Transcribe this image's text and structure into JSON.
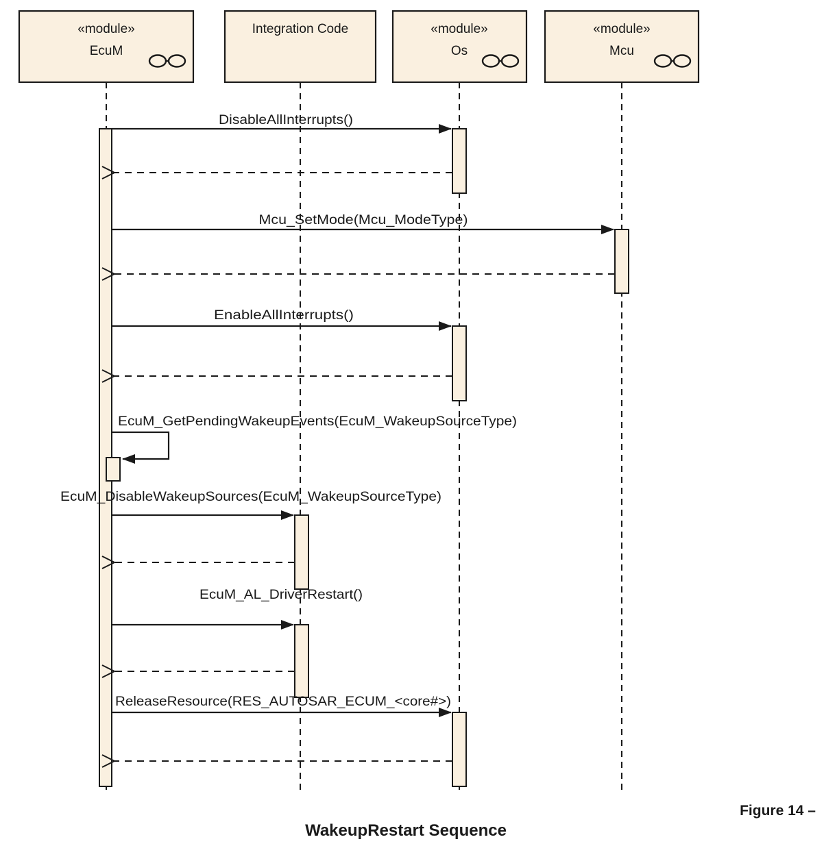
{
  "diagram": {
    "type": "uml-sequence-diagram",
    "colors": {
      "box_fill": "#FAF0E0",
      "stroke": "#1A1A1A",
      "background": "#FFFFFF"
    },
    "participants": [
      {
        "stereotype": "«module»",
        "name": "EcuM",
        "icon": "module-component-icon"
      },
      {
        "stereotype": "",
        "name": "Integration Code",
        "icon": ""
      },
      {
        "stereotype": "«module»",
        "name": "Os",
        "icon": "module-component-icon"
      },
      {
        "stereotype": "«module»",
        "name": "Mcu",
        "icon": "module-component-icon"
      }
    ],
    "messages": [
      {
        "seq": 1,
        "kind": "call",
        "from": "EcuM",
        "to": "Os",
        "label": "DisableAllInterrupts()"
      },
      {
        "seq": 2,
        "kind": "return",
        "from": "Os",
        "to": "EcuM",
        "label": ""
      },
      {
        "seq": 3,
        "kind": "call",
        "from": "EcuM",
        "to": "Mcu",
        "label": "Mcu_SetMode(Mcu_ModeType)"
      },
      {
        "seq": 4,
        "kind": "return",
        "from": "Mcu",
        "to": "EcuM",
        "label": ""
      },
      {
        "seq": 5,
        "kind": "call",
        "from": "EcuM",
        "to": "Os",
        "label": "EnableAllInterrupts()"
      },
      {
        "seq": 6,
        "kind": "return",
        "from": "Os",
        "to": "EcuM",
        "label": ""
      },
      {
        "seq": 7,
        "kind": "self-call",
        "from": "EcuM",
        "to": "EcuM",
        "label": "EcuM_GetPendingWakeupEvents(EcuM_WakeupSourceType)"
      },
      {
        "seq": 8,
        "kind": "call",
        "from": "EcuM",
        "to": "Integration Code",
        "label": "EcuM_DisableWakeupSources(EcuM_WakeupSourceType)"
      },
      {
        "seq": 9,
        "kind": "return",
        "from": "Integration Code",
        "to": "EcuM",
        "label": ""
      },
      {
        "seq": 10,
        "kind": "call",
        "from": "EcuM",
        "to": "Integration Code",
        "label": "EcuM_AL_DriverRestart()"
      },
      {
        "seq": 11,
        "kind": "return",
        "from": "Integration Code",
        "to": "EcuM",
        "label": ""
      },
      {
        "seq": 12,
        "kind": "call",
        "from": "EcuM",
        "to": "Os",
        "label": "ReleaseResource(RES_AUTOSAR_ECUM_<core#>)"
      },
      {
        "seq": 13,
        "kind": "return",
        "from": "Os",
        "to": "EcuM",
        "label": ""
      }
    ],
    "caption": {
      "figure_label": "Figure 14 –",
      "title": "WakeupRestart Sequence"
    }
  }
}
